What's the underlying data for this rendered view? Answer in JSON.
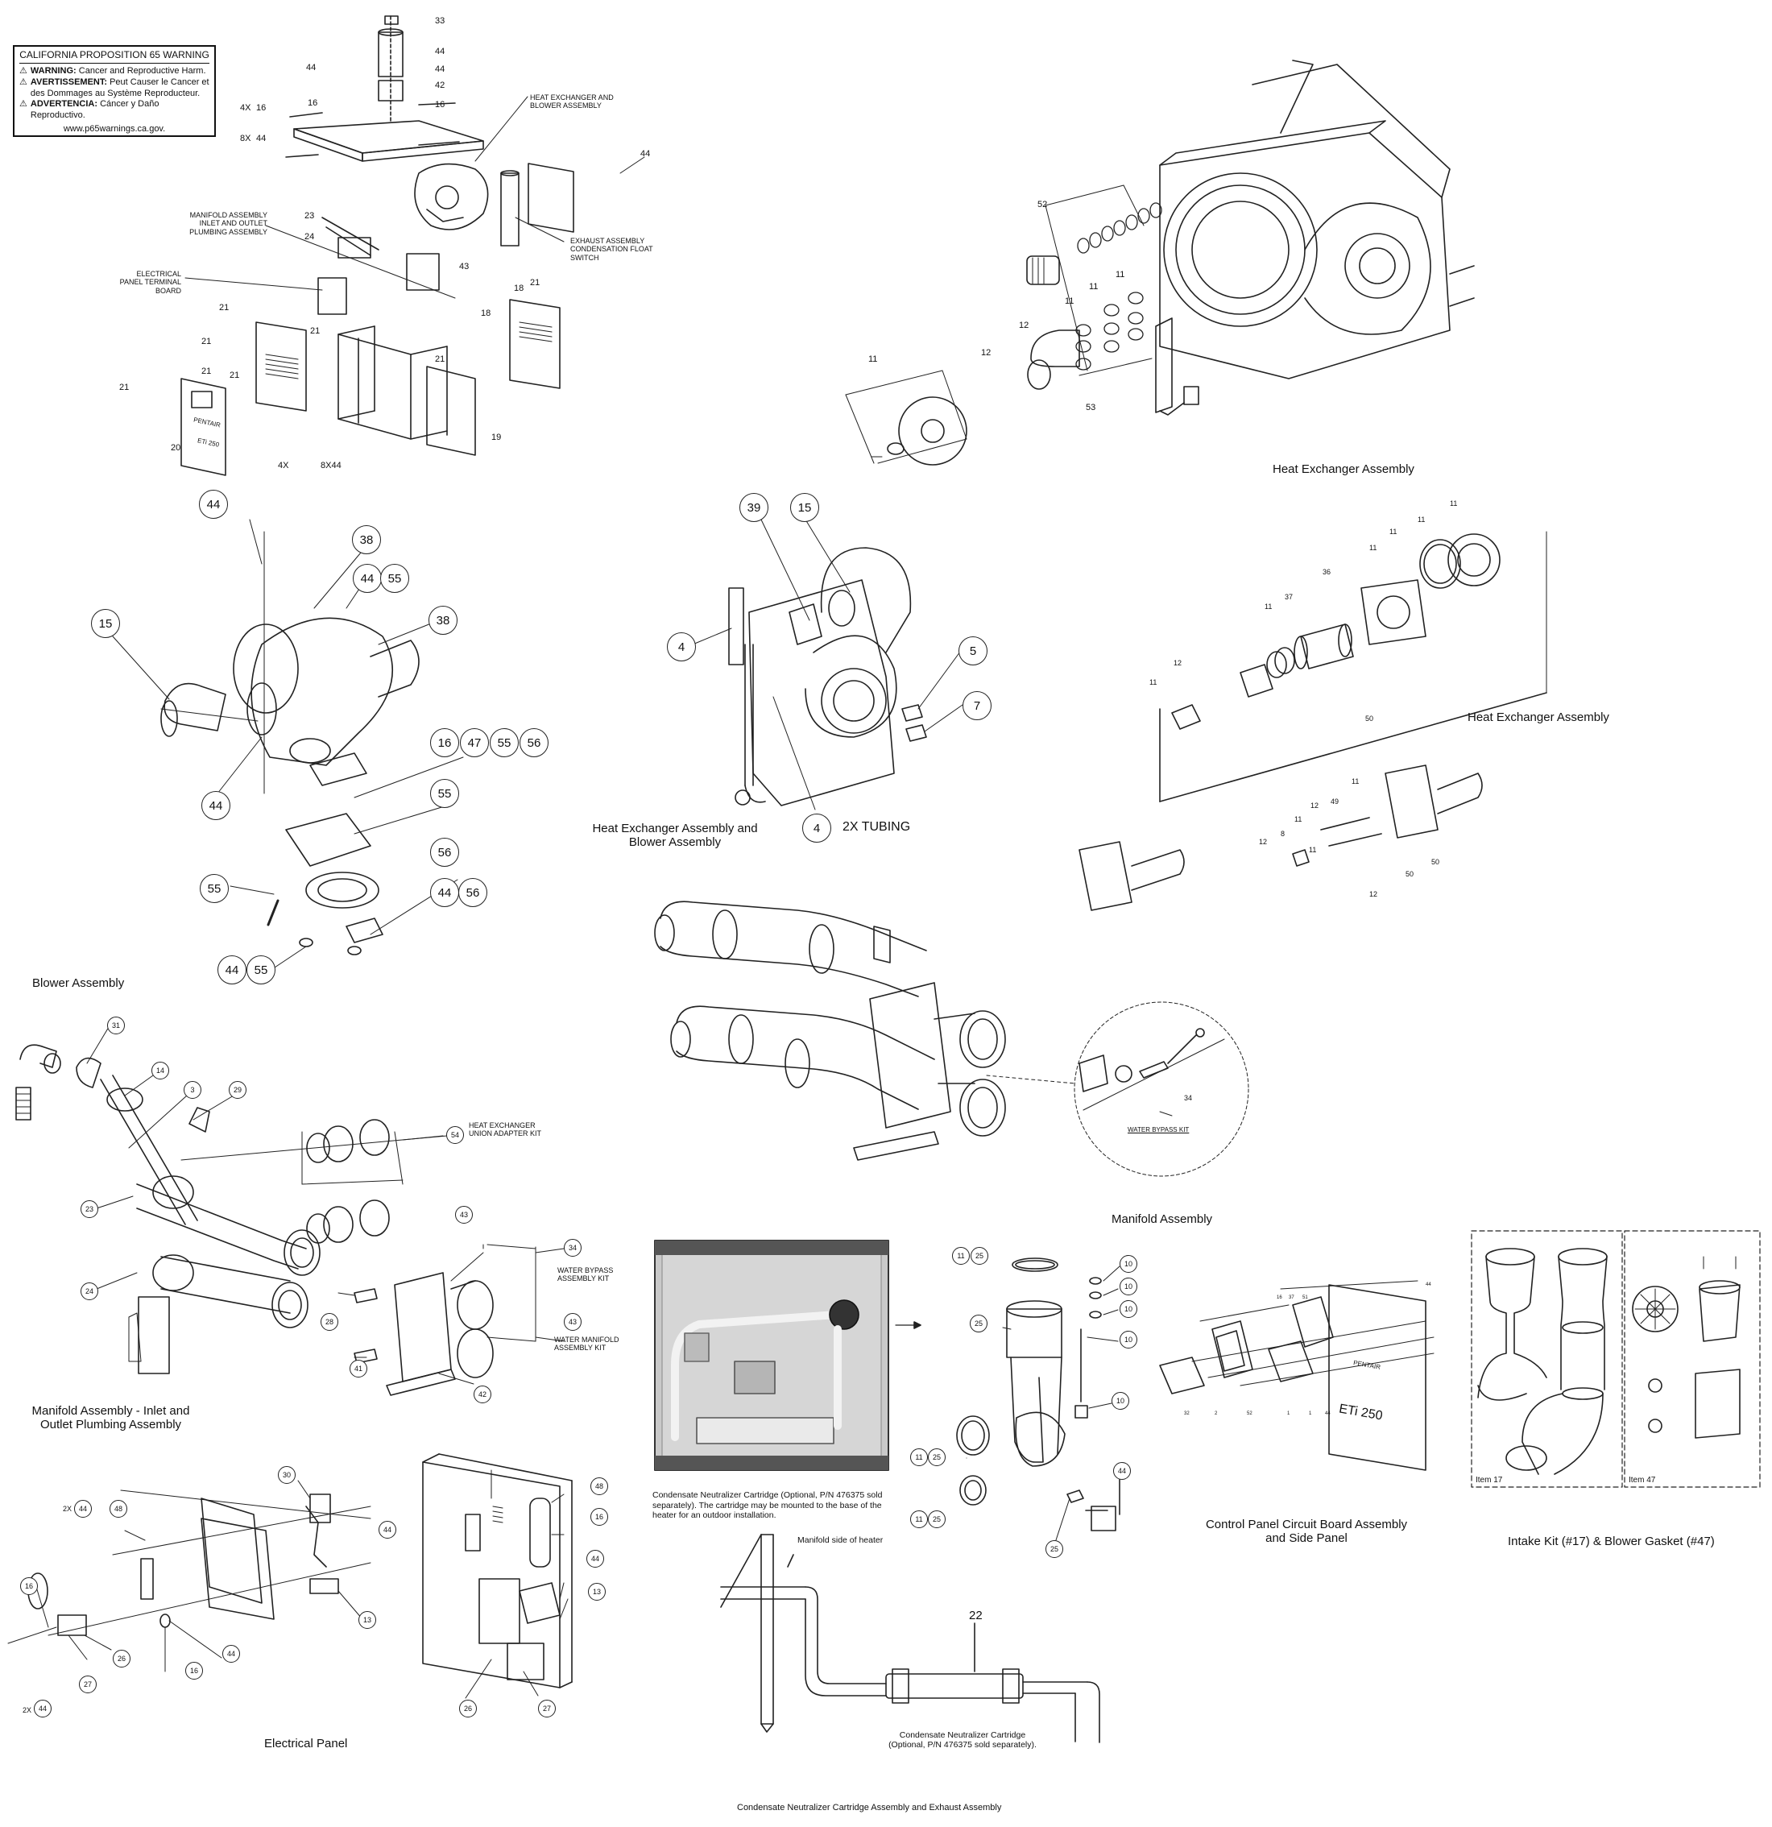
{
  "warning": {
    "title": "CALIFORNIA PROPOSITION 65 WARNING",
    "lines": [
      {
        "label": "WARNING:",
        "text": "Cancer and Reproductive Harm."
      },
      {
        "label": "AVERTISSEMENT:",
        "text": "Peut Causer le Cancer et des Dommages au Système Reproducteur."
      },
      {
        "label": "ADVERTENCIA:",
        "text": "Cáncer y Daño Reproductivo."
      }
    ],
    "url": "www.p65warnings.ca.gov."
  },
  "captions": {
    "heat_exchanger_1": "Heat Exchanger Assembly",
    "heat_exchanger_2": "Heat Exchanger Assembly",
    "blower": "Blower Assembly",
    "hx_blower": "Heat Exchanger Assembly and Blower Assembly",
    "manifold": "Manifold Assembly",
    "manifold_plumbing": "Manifold Assembly - Inlet and Outlet Plumbing Assembly",
    "control_panel": "Control Panel Circuit Board Assembly and Side Panel",
    "intake_kit": "Intake Kit (#17) & Blower Gasket (#47)",
    "electrical": "Electrical Panel",
    "condensate": "Condensate Neutralizer Cartridge Assembly and Exhaust Assembly"
  },
  "overview_labels": {
    "hx_blower": "HEAT EXCHANGER AND BLOWER ASSEMBLY",
    "exhaust": "EXHAUST ASSEMBLY CONDENSATION FLOAT SWITCH",
    "manifold": "MANIFOLD ASSEMBLY INLET AND OUTLET PLUMBING ASSEMBLY",
    "electrical": "ELECTRICAL PANEL TERMINAL BOARD",
    "brand": "PENTAIR",
    "model": "ETi 250"
  },
  "kit_labels": {
    "hx_union": "HEAT EXCHANGER UNION ADAPTER KIT",
    "bypass": "WATER BYPASS ASSEMBLY KIT",
    "water_manifold": "WATER MANIFOLD ASSEMBLY KIT",
    "bypass_kit": "WATER BYPASS KIT",
    "tubing": "2X TUBING",
    "manifold_side": "Manifold side of heater",
    "item17": "Item 17",
    "item47": "Item 47"
  },
  "notes": {
    "neutralizer_1": "Condensate Neutralizer Cartridge (Optional, P/N 476375 sold separately). The cartridge may be mounted to the base of the heater for an outdoor installation.",
    "neutralizer_2": "Condensate Neutralizer Cartridge (Optional, P/N 476375 sold separately)."
  },
  "callouts": {
    "overview": [
      "33",
      "44",
      "44",
      "44",
      "42",
      "16",
      "16",
      "4X",
      "16",
      "8X",
      "44",
      "44",
      "23",
      "24",
      "43",
      "18",
      "21",
      "21",
      "21",
      "18",
      "21",
      "21",
      "21",
      "21",
      "21",
      "20",
      "19",
      "4X",
      "8X44"
    ],
    "blower": [
      "44",
      "38",
      "44",
      "55",
      "15",
      "38",
      "16",
      "47",
      "55",
      "56",
      "55",
      "44",
      "55",
      "56",
      "44",
      "56",
      "44",
      "55"
    ],
    "hx_blower": [
      "39",
      "15",
      "4",
      "5",
      "7",
      "4"
    ],
    "hx_top": [
      "52",
      "11",
      "11",
      "11",
      "11",
      "12",
      "12",
      "53"
    ],
    "hx_right": [
      "11",
      "11",
      "11",
      "11",
      "36",
      "11",
      "37",
      "12",
      "11",
      "50",
      "11",
      "12",
      "49",
      "11",
      "8",
      "11",
      "12",
      "50",
      "50",
      "12"
    ],
    "manifold": [
      "34"
    ],
    "plumbing": [
      "31",
      "14",
      "3",
      "29",
      "54",
      "23",
      "24",
      "43",
      "34",
      "43",
      "28",
      "41",
      "42"
    ],
    "electrical": [
      "30",
      "2X",
      "44",
      "48",
      "44",
      "16",
      "13",
      "44",
      "16",
      "26",
      "27",
      "2X",
      "44",
      "48",
      "16",
      "44",
      "13",
      "26",
      "27"
    ],
    "condensate": [
      "11",
      "25",
      "10",
      "10",
      "10",
      "25",
      "10",
      "10",
      "11",
      "25",
      "11",
      "25",
      "44",
      "25",
      "22"
    ],
    "control_panel": [
      "16",
      "37",
      "51",
      "44",
      "32",
      "2",
      "52",
      "1",
      "1",
      "44"
    ]
  }
}
